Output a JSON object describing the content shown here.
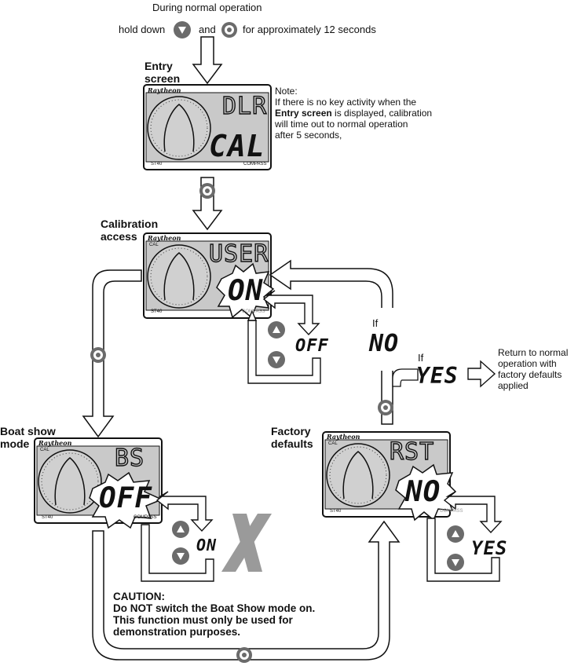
{
  "header": {
    "line1": "During normal operation",
    "hold_down": "hold down",
    "and": "and",
    "duration": "for approximately 12 seconds"
  },
  "entry": {
    "label_line1": "Entry",
    "label_line2": "screen",
    "brand": "Raytheon",
    "top_text": "DLR",
    "big_text": "CAL",
    "model": "ST40",
    "type": "COMPASS"
  },
  "note": {
    "title": "Note:",
    "line1": "If there is no key activity when the",
    "bold": "Entry screen",
    "line2_rest": " is displayed, calibration",
    "line3": "will time out to normal operation",
    "line4": "after 5 seconds,"
  },
  "calibration": {
    "label_line1": "Calibration",
    "label_line2": "access",
    "brand": "Raytheon",
    "cal_tag": "CAL",
    "top_text": "USER",
    "big_text": "ON",
    "alt_text": "OFF",
    "model": "ST40",
    "type": "COMPASS"
  },
  "branch": {
    "if_no": "If",
    "no_text": "NO",
    "if_yes": "If",
    "yes_text": "YES",
    "return_line1": "Return to normal",
    "return_line2": "operation with",
    "return_line3": "factory defaults",
    "return_line4": "applied"
  },
  "boatshow": {
    "label_line1": "Boat show",
    "label_line2": "mode",
    "brand": "Raytheon",
    "cal_tag": "CAL",
    "top_text": "BS",
    "big_text": "OFF",
    "alt_text": "ON",
    "model": "ST40",
    "type": "COMPASS"
  },
  "factory": {
    "label_line1": "Factory",
    "label_line2": "defaults",
    "brand": "Raytheon",
    "cal_tag": "CAL",
    "top_text": "RST",
    "big_text": "NO",
    "alt_text": "YES",
    "model": "ST40",
    "type": "COMPASS"
  },
  "caution": {
    "title": "CAUTION:",
    "line1": "Do NOT switch the Boat Show mode on.",
    "line2": "This function must only be used for",
    "line3": "demonstration purposes."
  }
}
